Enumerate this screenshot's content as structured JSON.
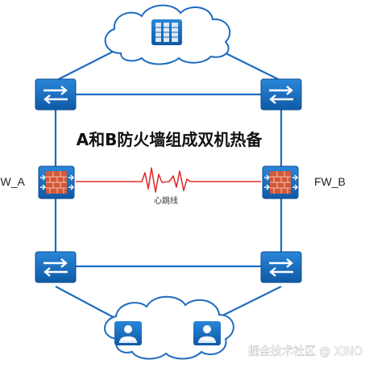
{
  "title": "A和B防火墙组成双机热备",
  "firewalls": {
    "a_label": "FW_A",
    "b_label": "FW_B"
  },
  "heartbeat": {
    "label": "心跳线"
  },
  "watermark": "掘金技术社区 @ XINO",
  "colors": {
    "link": "#1f6cc0",
    "device_fill": "#1466b3",
    "device_border": "#0d4d8c",
    "cloud_stroke": "#1f6cc0",
    "heartbeat_line": "#e03030",
    "firewall_brick": "#c8502a"
  },
  "icons": {
    "top_cloud_device": "server-icon",
    "bottom_cloud_devices": [
      "pc-user-icon",
      "pc-user-icon"
    ],
    "switches": "switch-icon",
    "firewalls": "firewall-icon"
  }
}
